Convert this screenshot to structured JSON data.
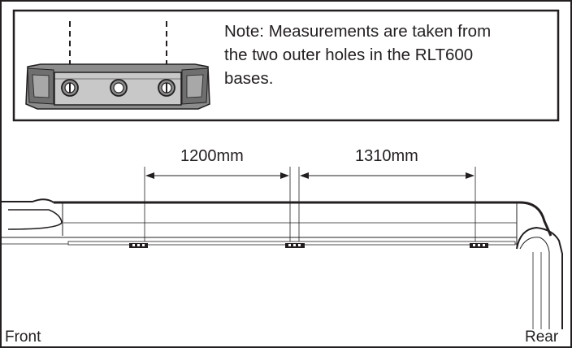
{
  "note": {
    "line1": "Note: Measurements are taken from",
    "line2": "the two outer holes in the RLT600",
    "line3": "bases."
  },
  "dimensions": {
    "front_span": "1200mm",
    "rear_span": "1310mm"
  },
  "labels": {
    "front": "Front",
    "rear": "Rear"
  },
  "colors": {
    "line": "#231f20",
    "fill_dark": "#8c8c8c",
    "fill_light": "#c8c8c8",
    "background": "#ffffff"
  }
}
